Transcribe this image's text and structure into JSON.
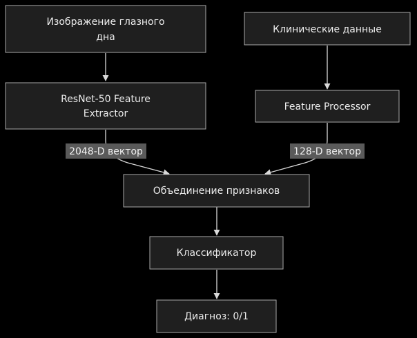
{
  "nodes": {
    "fundus_image": {
      "line1": "Изображение глазного",
      "line2": "дна"
    },
    "clinical_data": {
      "label": "Клинические данные"
    },
    "resnet": {
      "line1": "ResNet-50 Feature",
      "line2": "Extractor"
    },
    "feature_processor": {
      "label": "Feature Processor"
    },
    "fusion": {
      "label": "Объединение признаков"
    },
    "classifier": {
      "label": "Классификатор"
    },
    "diagnosis": {
      "label": "Диагноз: 0/1"
    }
  },
  "edges": {
    "resnet_to_fusion": {
      "label": "2048-D вектор"
    },
    "processor_to_fusion": {
      "label": "128-D вектор"
    }
  },
  "colors": {
    "background": "#000000",
    "node_fill": "#1f1f1f",
    "node_stroke": "#a9a9a9",
    "edge": "#d9d9d9",
    "edge_label_bg": "#5a5a5a",
    "text": "#ececec"
  }
}
